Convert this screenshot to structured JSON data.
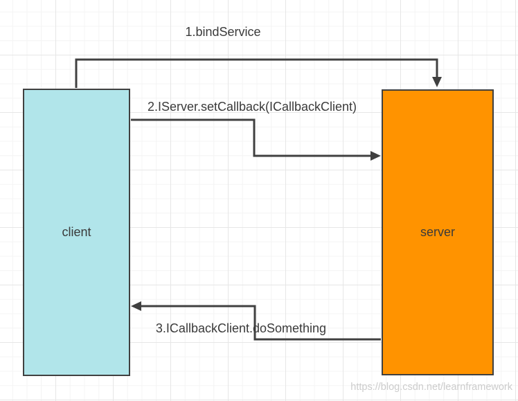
{
  "diagram": {
    "title": "client-server bind/callback flow",
    "nodes": [
      {
        "id": "client",
        "label": "client",
        "fill": "#b1e5ea",
        "border_color": "#404040"
      },
      {
        "id": "server",
        "label": "server",
        "fill": "#ff9300",
        "border_color": "#404040"
      }
    ],
    "edges": [
      {
        "step": 1,
        "label": "1.bindService",
        "from": "client",
        "to": "server"
      },
      {
        "step": 2,
        "label": "2.IServer.setCallback(ICallbackClient)",
        "from": "client",
        "to": "server"
      },
      {
        "step": 3,
        "label": "3.ICallbackClient.doSomething",
        "from": "server",
        "to": "client"
      }
    ],
    "line_color": "#404040",
    "text_color": "#3a3a3a",
    "grid_minor_color": "#f4f4f4",
    "grid_major_color": "#e6e6e6"
  },
  "watermark": {
    "text": "https://blog.csdn.net/learnframework",
    "color": "#cccccc"
  }
}
